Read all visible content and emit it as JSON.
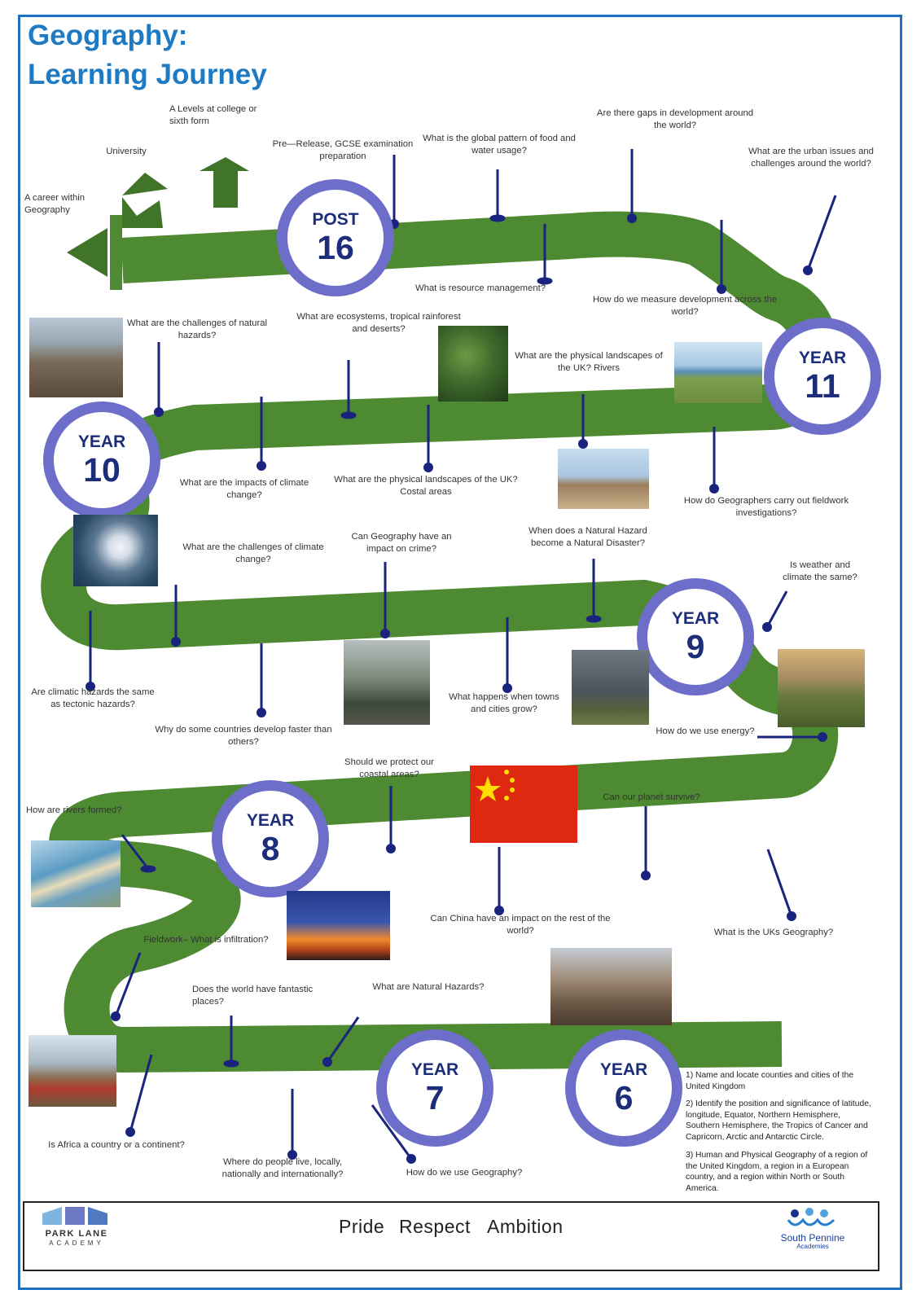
{
  "title": {
    "line1": "Geography:",
    "line2": "Learning Journey"
  },
  "badges": {
    "post16": {
      "word": "POST",
      "number": "16"
    },
    "year11": {
      "word": "YEAR",
      "number": "11"
    },
    "year10": {
      "word": "YEAR",
      "number": "10"
    },
    "year9": {
      "word": "YEAR",
      "number": "9"
    },
    "year8": {
      "word": "YEAR",
      "number": "8"
    },
    "year7": {
      "word": "YEAR",
      "number": "7"
    },
    "year6": {
      "word": "YEAR",
      "number": "6"
    }
  },
  "destinations": {
    "career": "A career within Geography",
    "university": "University",
    "alevels": "A Levels at college or sixth form"
  },
  "questions": {
    "post16_prep": "Pre—Release, GCSE examination preparation",
    "food_water": "What is the global pattern of food and water usage?",
    "gaps_dev": "Are there gaps in development around the world?",
    "urban": "What are the urban issues and challenges around the world?",
    "resource": "What is resource management?",
    "measure_dev": "How do we measure development across the world?",
    "nat_haz_chal": "What are the challenges of natural hazards?",
    "ecosystems": "What are ecosystems, tropical rainforest and deserts?",
    "rivers_uk": "What are the physical landscapes of the UK? Rivers",
    "climate_impacts": "What are the impacts of climate change?",
    "coastal_uk": "What are the physical landscapes of the UK? Costal areas",
    "fieldwork": "How do Geographers carry out fieldwork investigations?",
    "climate_chal": "What are the challenges of climate change?",
    "crime": "Can Geography have an impact on crime?",
    "nat_disaster": "When does a Natural Hazard become a Natural Disaster?",
    "weather": "Is weather and climate the same?",
    "climatic_tectonic": "Are climatic hazards the same as tectonic hazards?",
    "develop_faster": "Why do some countries develop faster than others?",
    "towns_grow": "What happens when towns and cities grow?",
    "energy": "How do we use energy?",
    "protect_coast": "Should we protect our coastal areas?",
    "planet": "Can our planet survive?",
    "rivers_formed": "How are rivers formed?",
    "china": "Can China have an impact on the rest of the world?",
    "uk_geo": "What is the UKs Geography?",
    "infiltration": "Fieldwork– What is infiltration?",
    "fantastic": "Does the world have fantastic places?",
    "nat_hazards": "What are Natural Hazards?",
    "africa": "Is Africa a country or a continent?",
    "live": "Where do people live, locally, nationally and internationally?",
    "use_geo": "How do we use Geography?"
  },
  "curriculum": [
    "1) Name and locate counties and cities of the United Kingdom",
    "2) Identify the position and significance of latitude, longitude, Equator, Northern Hemisphere, Southern Hemisphere, the Tropics of Cancer and Capricorn, Arctic and Antarctic Circle.",
    "3) Human and Physical Geography of a region of the United Kingdom, a region in a European country, and a region within North or South America."
  ],
  "footer": {
    "motto": [
      "Pride",
      "Respect",
      "Ambition"
    ],
    "school_name": "PARK LANE",
    "school_sub": "ACADEMY",
    "trust_name": "South Pennine",
    "trust_sub": "Academies"
  },
  "colors": {
    "path": "#4e8a32",
    "badge_ring": "#6d6ec9",
    "title": "#1f7ac4",
    "pin": "#1a237e"
  }
}
